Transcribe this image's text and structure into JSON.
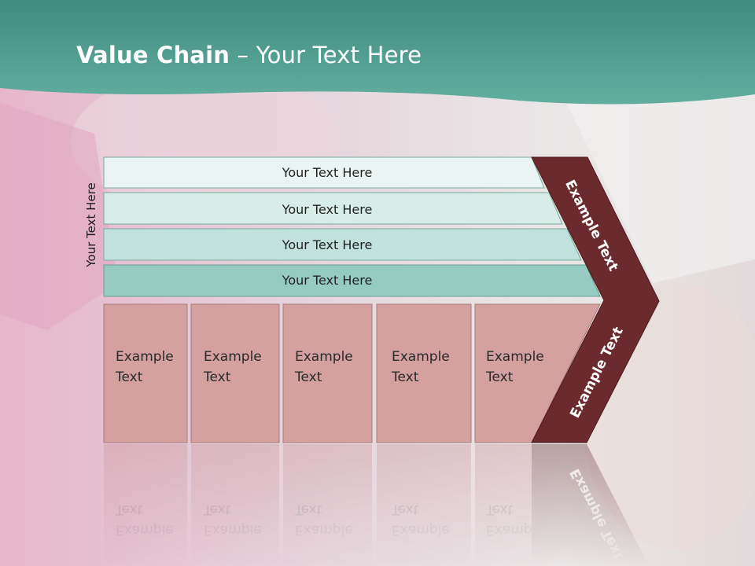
{
  "title": {
    "bold": "Value Chain",
    "rest": " – Your Text Here"
  },
  "side_label": "Your Text Here",
  "bars": [
    {
      "label": "Your Text Here"
    },
    {
      "label": "Your Text Here"
    },
    {
      "label": "Your Text Here"
    },
    {
      "label": "Your Text Here"
    }
  ],
  "columns": [
    {
      "line1": "Example",
      "line2": "Text"
    },
    {
      "line1": "Example",
      "line2": "Text"
    },
    {
      "line1": "Example",
      "line2": "Text"
    },
    {
      "line1": "Example",
      "line2": "Text"
    },
    {
      "line1": "Example",
      "line2": "Text"
    }
  ],
  "chevron": {
    "upper": "Example Text",
    "lower": "Example Text"
  },
  "colors": {
    "header": "#4f9f92",
    "chevron": "#6b2a2d",
    "column": "#d4a0a0",
    "bar1": "#eaf4f2",
    "bar2": "#d8ece8",
    "bar3": "#c1e2dc",
    "bar4": "#95cbc1"
  }
}
